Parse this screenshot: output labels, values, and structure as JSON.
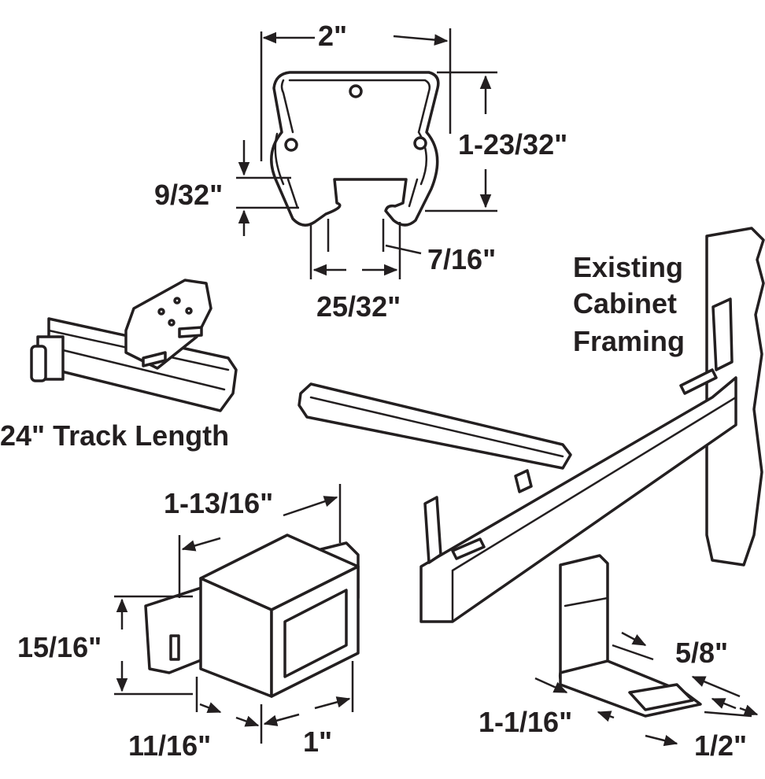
{
  "diagram": {
    "colors": {
      "ink": "#231f20",
      "background": "#ffffff"
    },
    "glide_profile": {
      "width": "2\"",
      "height": "1-23/32\"",
      "lip_height": "9/32\"",
      "slot_lip": "7/16\"",
      "slot_width": "25/32\""
    },
    "cabinet_label": [
      "Existing",
      "Cabinet",
      "Framing"
    ],
    "track_length": "24\" Track Length",
    "rear_bracket": {
      "depth": "1-13/16\"",
      "height": "15/16\"",
      "flange": "11/16\"",
      "width": "1\""
    },
    "front_clip": {
      "width": "5/8\"",
      "length": "1-1/16\"",
      "tab": "1/2\""
    }
  }
}
